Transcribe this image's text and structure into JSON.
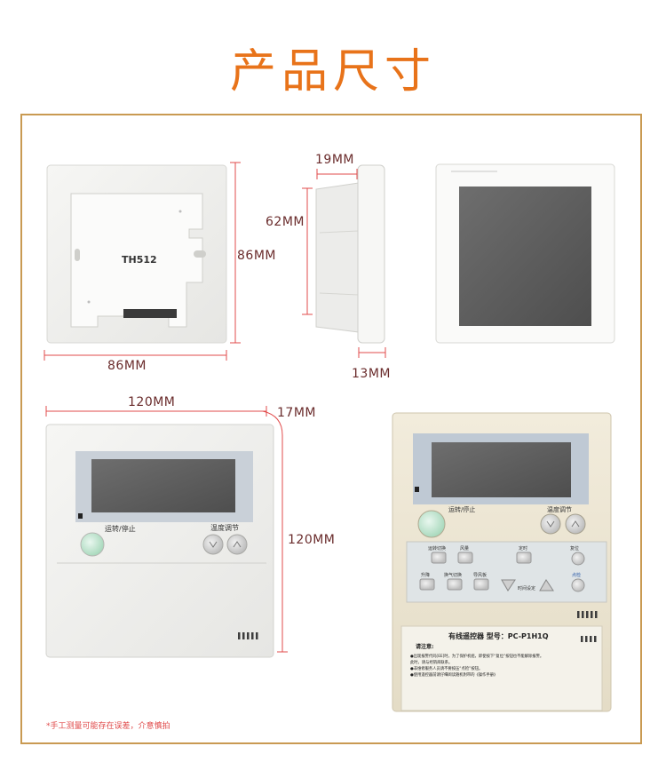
{
  "page": {
    "title": "产品尺寸",
    "note": "*手工测量可能存在误差，介意慎拍"
  },
  "dimensions": {
    "box_width": "86MM",
    "box_height": "86MM",
    "side_depth": "19MM",
    "side_height": "62MM",
    "side_thickness": "13MM",
    "panel_width": "120MM",
    "panel_height": "120MM",
    "panel_depth": "17MM"
  },
  "devices": {
    "back_model": "TH512",
    "small_panel": {
      "top_label": "运转/停止",
      "temp_label": "温度调节"
    },
    "large_panel": {
      "run_stop": "运转/停止",
      "temp_adjust": "温度调节",
      "mode_switch": "运转切换",
      "fan_volume": "风量",
      "timer": "定时",
      "reset": "复位",
      "up_down": "升降",
      "vent_switch": "换气切换",
      "airflow": "导风板",
      "timer_set": "时间设定",
      "check": "点检",
      "product_name": "有线遥控器  型号：PC-P1H1Q",
      "notice_title": "请注意:",
      "notice_lines": [
        "●出现报警代码[EE]时，为了保护机组，即使按下“复位”按钮也不能解除报警。",
        "  此时，请与经销商联系。",
        "●非维修服务人员请不要按压“点检”按钮。",
        "●使用遥控器前请仔细阅读随机附带的《操作手册》"
      ]
    }
  }
}
